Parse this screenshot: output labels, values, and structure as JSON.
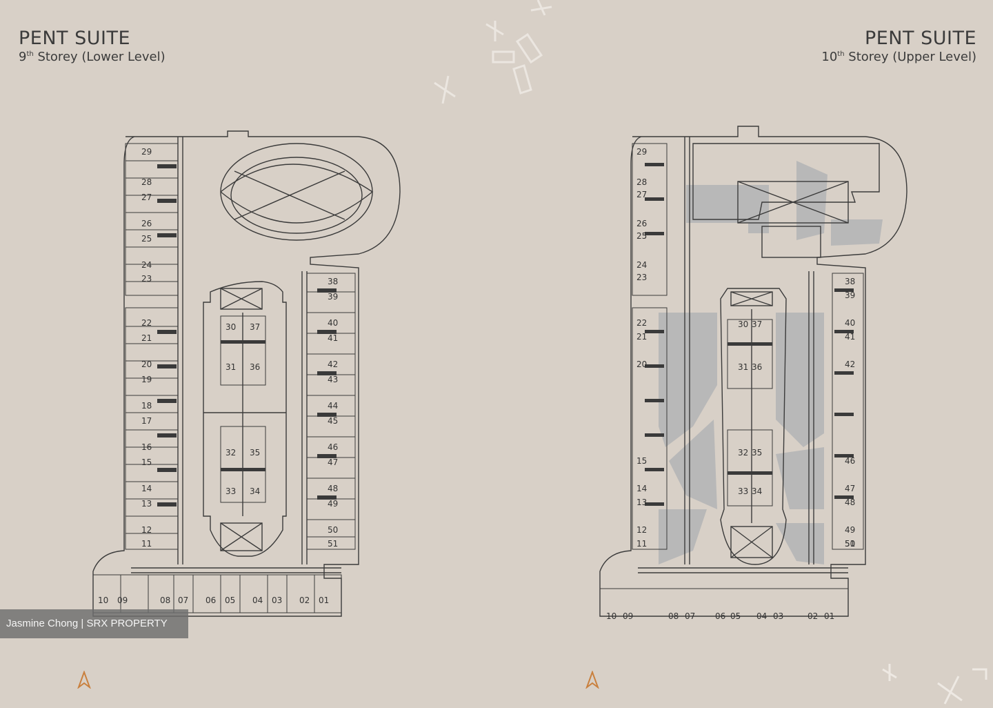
{
  "left": {
    "title": "PENT SUITE",
    "sub_main": "9",
    "sub_sup": "th",
    "sub_rest": " Storey (Lower Level)"
  },
  "right": {
    "title": "PENT SUITE",
    "sub_main": "10",
    "sub_sup": "th",
    "sub_rest": " Storey (Upper Level)"
  },
  "units": {
    "left_column": [
      "29",
      "28",
      "27",
      "26",
      "25",
      "24",
      "23",
      "22",
      "21",
      "20",
      "19",
      "18",
      "17",
      "16",
      "15",
      "14",
      "13",
      "12",
      "11"
    ],
    "right_column": [
      "38",
      "39",
      "40",
      "41",
      "42",
      "43",
      "44",
      "45",
      "46",
      "47",
      "48",
      "49",
      "50",
      "51"
    ],
    "center_top": [
      "30",
      "37",
      "31",
      "36"
    ],
    "center_bottom": [
      "32",
      "35",
      "33",
      "34"
    ],
    "bottom_row": [
      "10",
      "09",
      "08",
      "07",
      "06",
      "05",
      "04",
      "03",
      "02",
      "01"
    ]
  },
  "watermark": "Jasmine Chong | SRX PROPERTY",
  "icons": [
    "logo-mark-icon",
    "cross-decoration-icon"
  ],
  "colors": {
    "background": "#d8d0c7",
    "line": "#3a3a3a",
    "landscape": "#b8b8b8"
  }
}
